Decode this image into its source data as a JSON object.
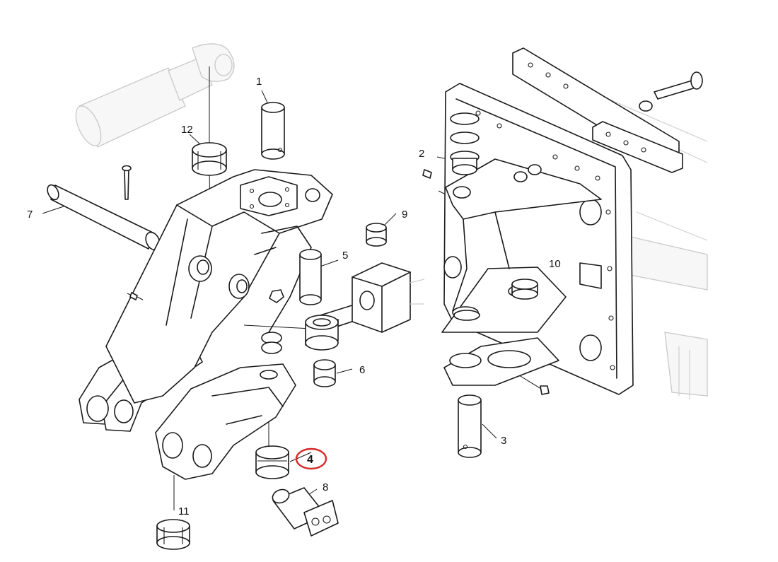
{
  "callouts": {
    "c1": "1",
    "c2": "2",
    "c3": "3",
    "c4": "4",
    "c5": "5",
    "c6": "6",
    "c7": "7",
    "c8": "8",
    "c9": "9",
    "c10": "10",
    "c11": "11",
    "c12": "12"
  },
  "highlight": {
    "callout": "4",
    "color": "#d42a2a"
  }
}
